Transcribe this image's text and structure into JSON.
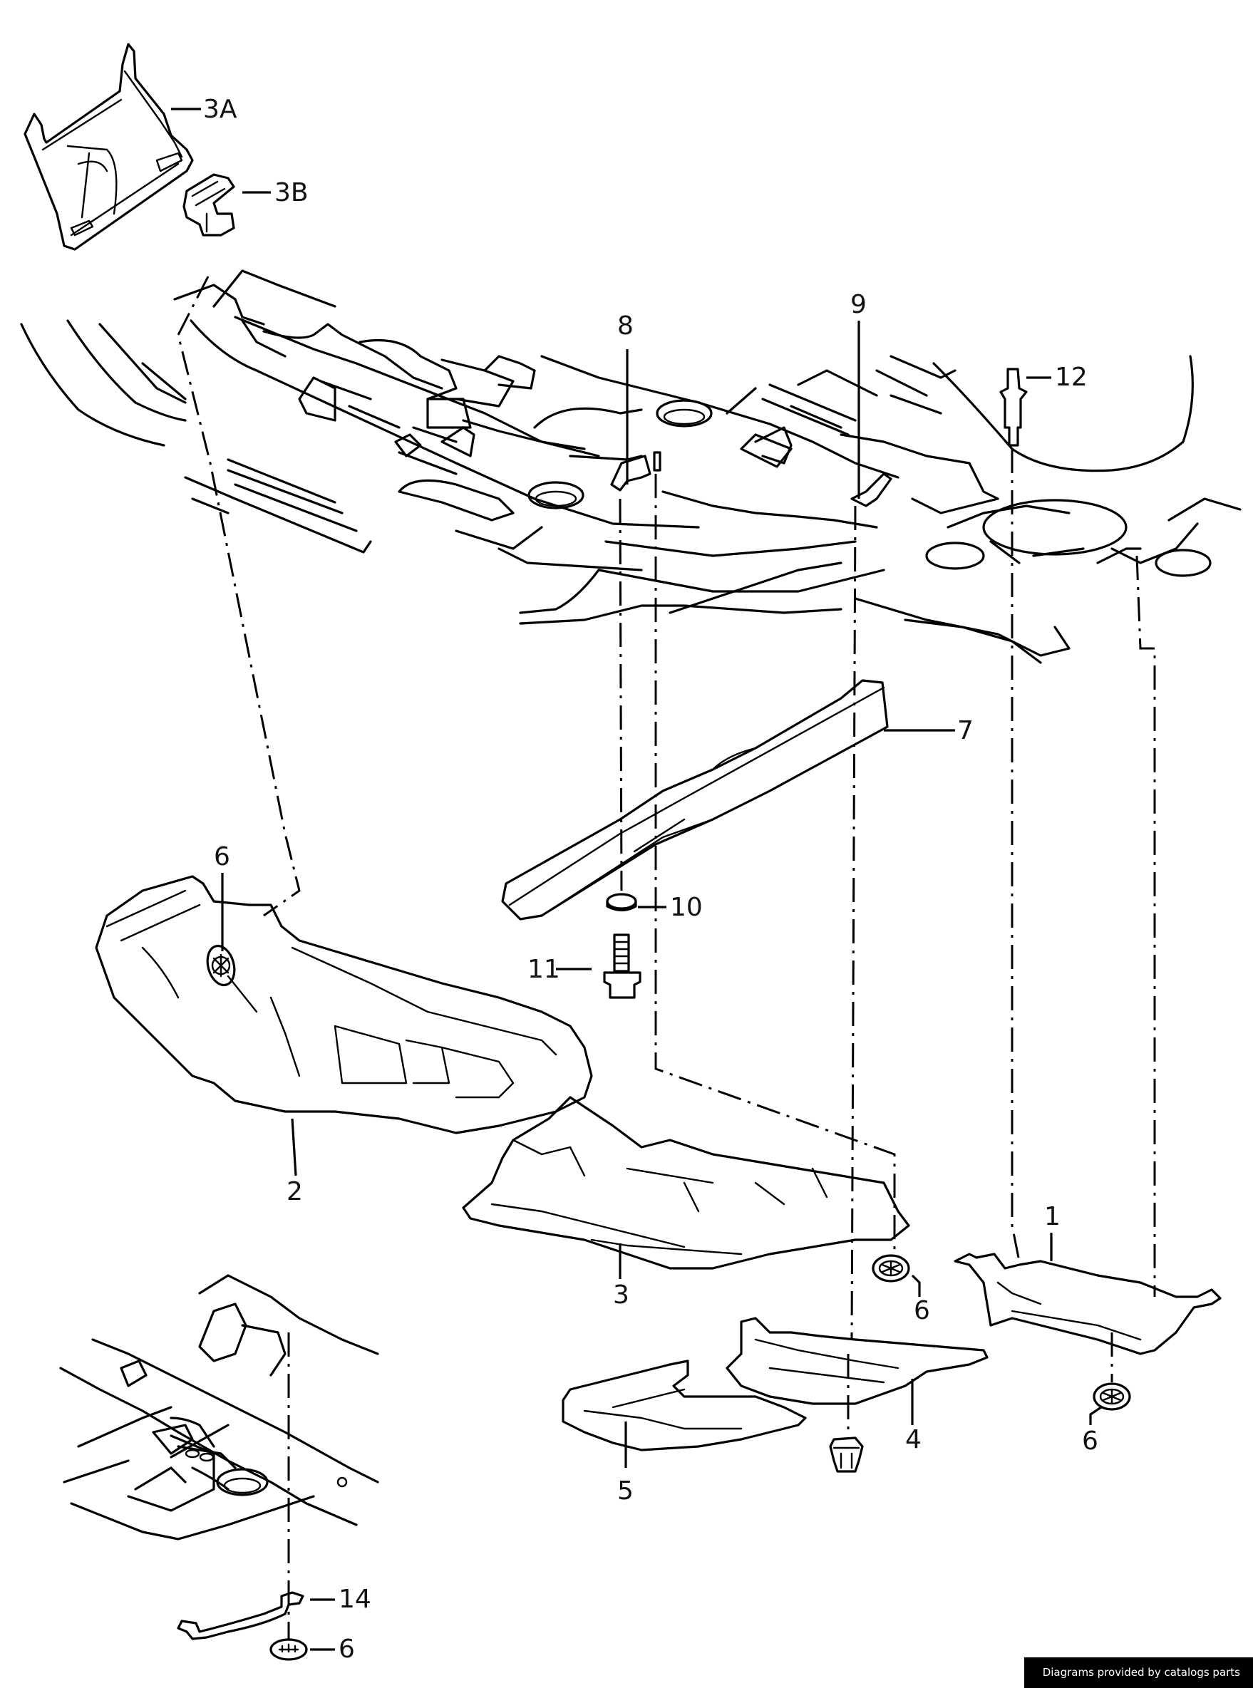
{
  "diagram": {
    "type": "exploded parts diagram",
    "subject": "vehicle underbody panels and fasteners",
    "callouts": [
      {
        "id": "1",
        "label": "1"
      },
      {
        "id": "2",
        "label": "2"
      },
      {
        "id": "3",
        "label": "3"
      },
      {
        "id": "3A",
        "label": "3A"
      },
      {
        "id": "3B",
        "label": "3B"
      },
      {
        "id": "4",
        "label": "4"
      },
      {
        "id": "5",
        "label": "5"
      },
      {
        "id": "6a",
        "label": "6"
      },
      {
        "id": "6b",
        "label": "6"
      },
      {
        "id": "6c",
        "label": "6"
      },
      {
        "id": "6d",
        "label": "6"
      },
      {
        "id": "7",
        "label": "7"
      },
      {
        "id": "8",
        "label": "8"
      },
      {
        "id": "9",
        "label": "9"
      },
      {
        "id": "10",
        "label": "10"
      },
      {
        "id": "11",
        "label": "11"
      },
      {
        "id": "12",
        "label": "12"
      },
      {
        "id": "14",
        "label": "14"
      }
    ]
  },
  "attribution": "Diagrams provided by catalogs parts",
  "colors": {
    "line": "#000000",
    "background": "#ffffff",
    "badge_bg": "#000000",
    "badge_text": "#ffffff"
  }
}
